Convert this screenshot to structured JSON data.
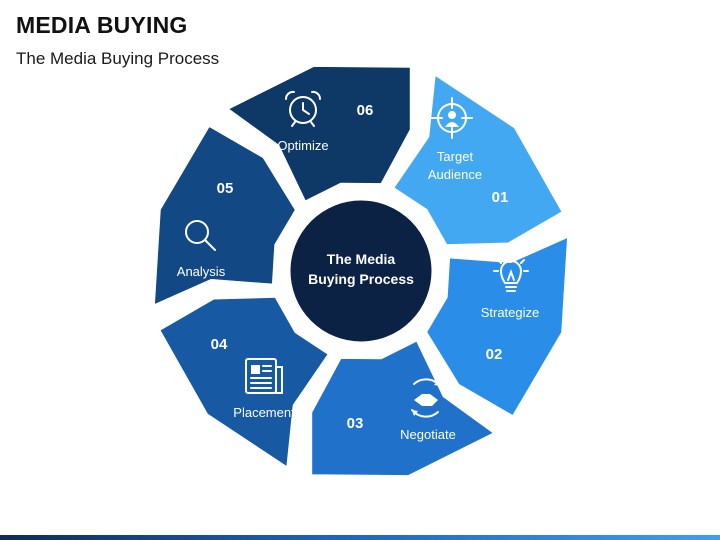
{
  "header": {
    "title": "MEDIA BUYING",
    "subtitle": "The Media Buying Process"
  },
  "center": {
    "line1": "The Media",
    "line2": "Buying Process",
    "color": "#0b2244"
  },
  "steps": [
    {
      "number": "01",
      "label_lines": [
        "Target",
        "Audience"
      ],
      "icon": "target-user-icon",
      "color": "#43a8f2"
    },
    {
      "number": "02",
      "label_lines": [
        "Strategize"
      ],
      "icon": "lightbulb-icon",
      "color": "#2a8ee8"
    },
    {
      "number": "03",
      "label_lines": [
        "Negotiate"
      ],
      "icon": "handshake-icon",
      "color": "#1f71c9"
    },
    {
      "number": "04",
      "label_lines": [
        "Placement"
      ],
      "icon": "newspaper-icon",
      "color": "#175aa3"
    },
    {
      "number": "05",
      "label_lines": [
        "Analysis"
      ],
      "icon": "magnifier-icon",
      "color": "#124884"
    },
    {
      "number": "06",
      "label_lines": [
        "Optimize"
      ],
      "icon": "alarm-clock-icon",
      "color": "#0e3866"
    }
  ]
}
